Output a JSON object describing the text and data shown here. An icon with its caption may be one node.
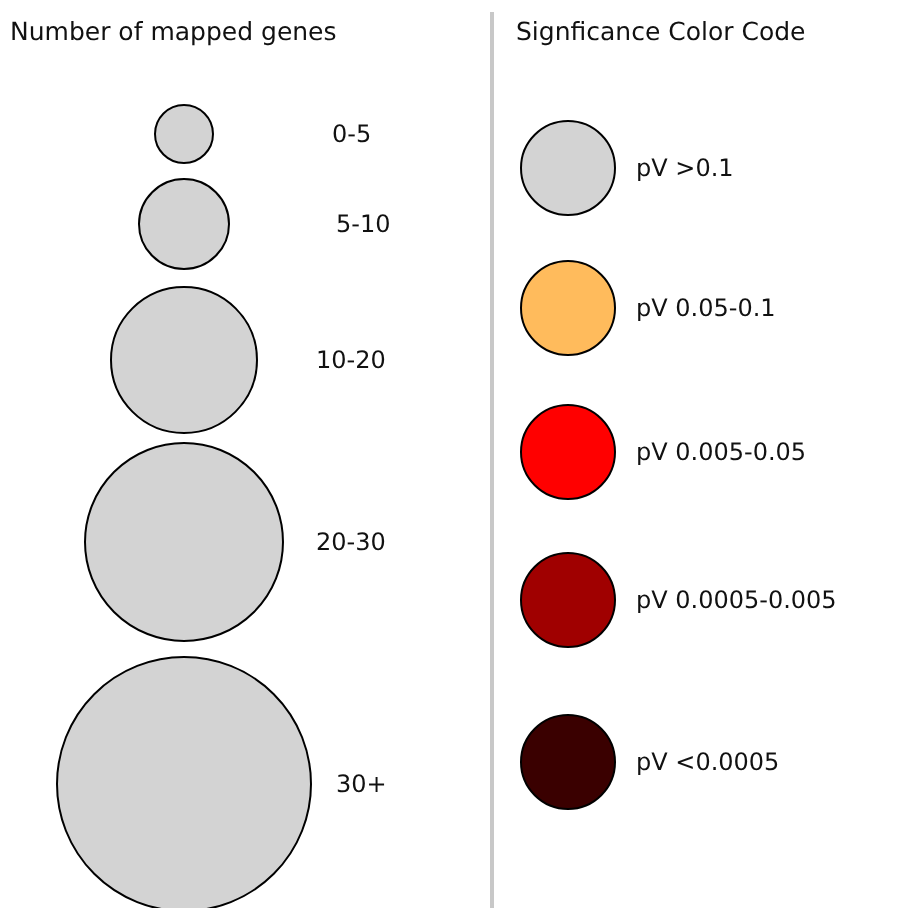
{
  "diagram": {
    "labels": [
      "Number of mapped genes",
      "Signficance Color Code"
    ],
    "legend": [
      {
        "text": "0-5"
      },
      {
        "text": "5-10"
      },
      {
        "text": "10-20"
      },
      {
        "text": "20-30"
      },
      {
        "text": "30+"
      },
      {
        "text": "pV >0.1",
        "color": "#d3d3d3"
      },
      {
        "text": "pV 0.05-0.1",
        "color": "#ffbb5c"
      },
      {
        "text": "pV 0.005-0.05",
        "color": "#ff0000"
      },
      {
        "text": "pV 0.0005-0.005",
        "color": "#a00000"
      },
      {
        "text": "pV <0.0005",
        "color": "#3a0000"
      }
    ]
  }
}
